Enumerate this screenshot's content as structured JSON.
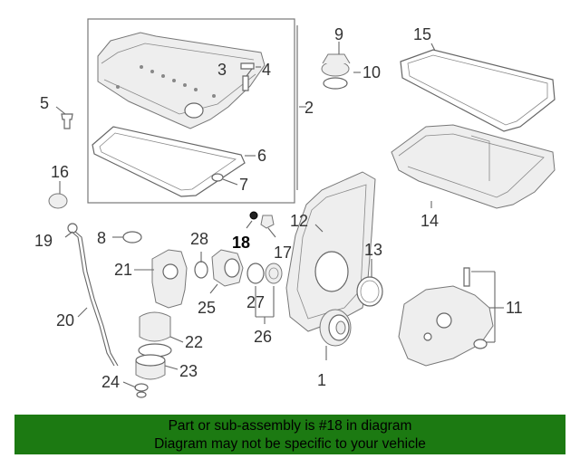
{
  "diagram": {
    "callouts": [
      "1",
      "2",
      "3",
      "4",
      "5",
      "6",
      "7",
      "8",
      "9",
      "10",
      "11",
      "12",
      "13",
      "14",
      "15",
      "16",
      "17",
      "18",
      "19",
      "20",
      "21",
      "22",
      "23",
      "24",
      "25",
      "26",
      "27",
      "28"
    ],
    "highlighted": "18"
  },
  "banner": {
    "line1": "Part or sub-assembly is #18 in diagram",
    "line2": "Diagram may not be specific to your vehicle",
    "color": "#1c7a12"
  }
}
